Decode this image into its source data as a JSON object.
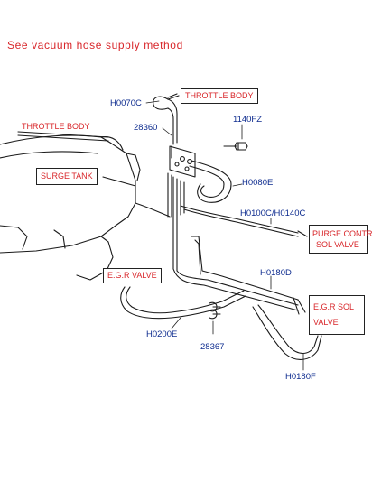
{
  "note": "See vacuum hose supply method",
  "labels": {
    "throttle_body_box": "THROTTLE BODY",
    "throttle_body_plain": "THROTTLE BODY",
    "surge_tank": "SURGE TANK",
    "purge_control_line1": "PURGE CONTROL",
    "purge_control_line2": "SOL VALVE",
    "egr_valve": "E.G.R VALVE",
    "egr_sol_line1": "E.G.R SOL",
    "egr_sol_line2": "VALVE"
  },
  "parts": {
    "h0070c": "H0070C",
    "p28360": "28360",
    "p1140fz": "1140FZ",
    "h0080e": "H0080E",
    "h0100c": "H0100C/H0140C",
    "h0180d": "H0180D",
    "h0200e": "H0200E",
    "p28367": "28367",
    "h0180f": "H0180F"
  },
  "colors": {
    "label_red": "#d8262a",
    "part_blue": "#0e2c8f",
    "line_black": "#1a1a1a"
  }
}
